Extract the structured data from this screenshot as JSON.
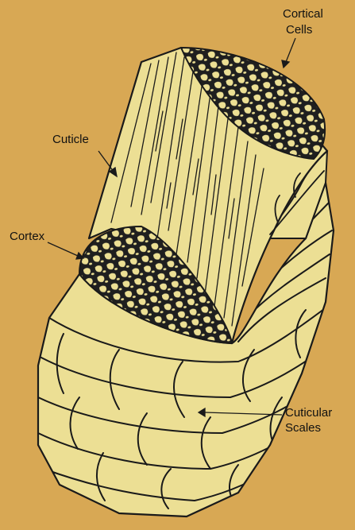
{
  "labels": {
    "cortical_line1": "Cortical",
    "cortical_line2": "Cells",
    "cuticle": "Cuticle",
    "cortex": "Cortex",
    "scales_line1": "Cuticular",
    "scales_line2": "Scales"
  },
  "colors": {
    "background": "#d8a854",
    "hair_fill": "#ecdf94",
    "ink": "#1a1a1a"
  }
}
